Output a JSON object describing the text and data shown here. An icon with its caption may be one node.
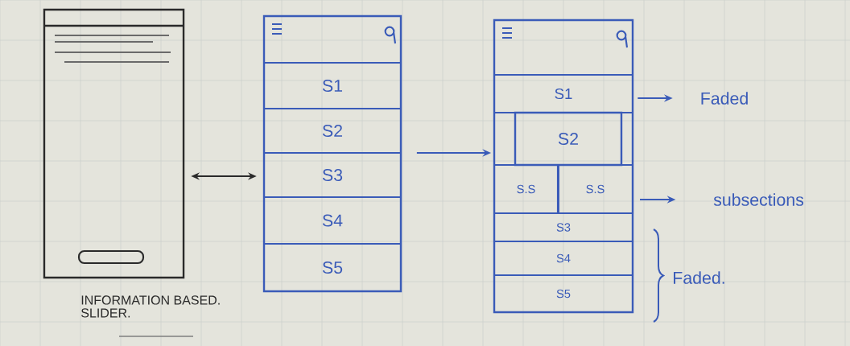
{
  "diagram": {
    "nodes": [
      {
        "text": [],
        "shape": "box",
        "beside": [
          "INFORMATION BASED. SLIDER."
        ]
      },
      {
        "text": [],
        "shape": "box"
      },
      {
        "text": [
          "S1"
        ],
        "in": 1
      },
      {
        "text": [
          "S2"
        ],
        "in": 1
      },
      {
        "text": [
          "S3"
        ],
        "in": 1
      },
      {
        "text": [
          "S4"
        ],
        "in": 1
      },
      {
        "text": [
          "S5"
        ],
        "in": 1
      },
      {
        "text": [],
        "shape": "box"
      },
      {
        "text": [
          "S1"
        ],
        "in": 7
      },
      {
        "text": [
          "S2"
        ],
        "in": 7
      },
      {
        "text": [
          "S.S"
        ],
        "in": 7
      },
      {
        "text": [
          "S.S"
        ],
        "in": 7
      },
      {
        "text": [
          "S3"
        ],
        "in": 7
      },
      {
        "text": [
          "S4"
        ],
        "in": 7
      },
      {
        "text": [
          "S5"
        ],
        "in": 7
      },
      {
        "text": [
          "Faded"
        ]
      },
      {
        "text": [
          "subsections"
        ]
      }
    ],
    "edges": [
      {
        "from": 0,
        "to": 1,
        "arrow": "both",
        "color": "#2a2a2a"
      },
      {
        "from": 1,
        "to": 7,
        "arrow": "to"
      },
      {
        "from": 8,
        "to": 15,
        "arrow": "to"
      },
      {
        "from": 11,
        "to": 16,
        "arrow": "to"
      }
    ],
    "labels": [
      "Faded."
    ]
  }
}
